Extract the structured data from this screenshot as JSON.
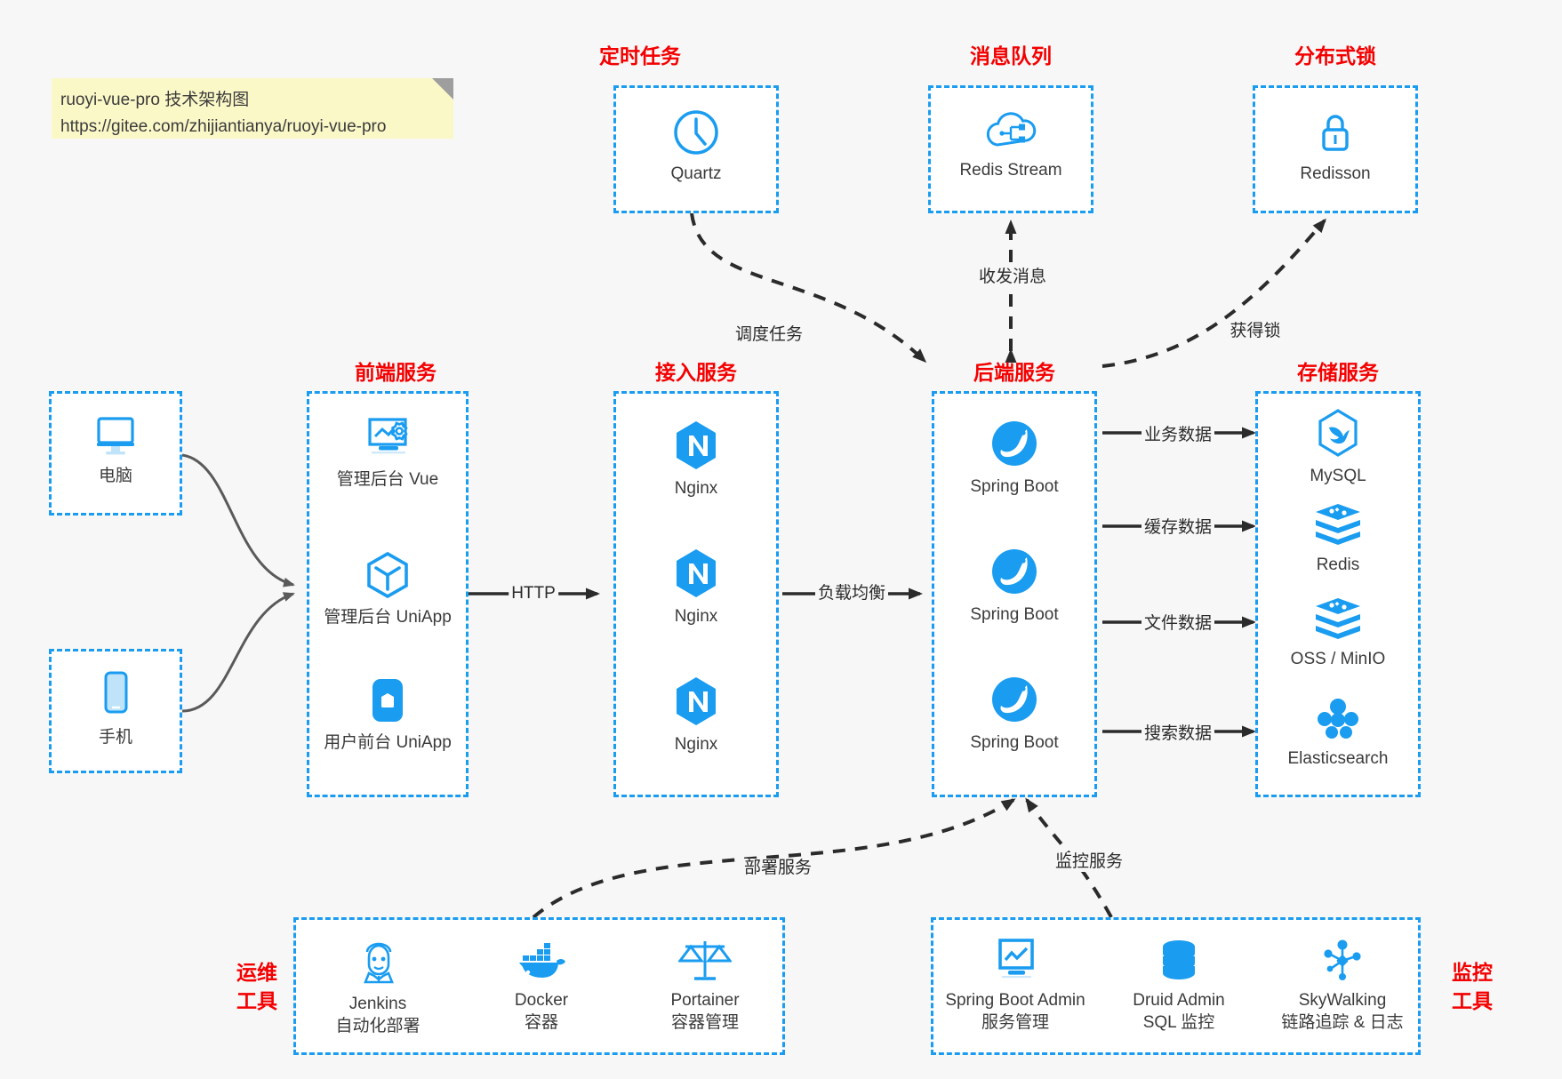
{
  "note": {
    "line1": "ruoyi-vue-pro 技术架构图",
    "line2": "https://gitee.com/zhijiantianya/ruoyi-vue-pro"
  },
  "groups": {
    "scheduler": {
      "title": "定时任务",
      "nodes": [
        {
          "label": "Quartz",
          "icon": "clock-icon"
        }
      ]
    },
    "mq": {
      "title": "消息队列",
      "nodes": [
        {
          "label": "Redis Stream",
          "icon": "cloud-stream-icon"
        }
      ]
    },
    "lock": {
      "title": "分布式锁",
      "nodes": [
        {
          "label": "Redisson",
          "icon": "lock-icon"
        }
      ]
    },
    "clients": {
      "nodes": [
        {
          "label": "电脑",
          "icon": "desktop-icon"
        },
        {
          "label": "手机",
          "icon": "mobile-icon"
        }
      ]
    },
    "frontend": {
      "title": "前端服务",
      "nodes": [
        {
          "label": "管理后台 Vue",
          "icon": "dashboard-gear-icon"
        },
        {
          "label": "管理后台 UniApp",
          "icon": "cube-icon"
        },
        {
          "label": "用户前台 UniApp",
          "icon": "app-phone-icon"
        }
      ]
    },
    "gateway": {
      "title": "接入服务",
      "nodes": [
        {
          "label": "Nginx",
          "icon": "nginx-icon"
        },
        {
          "label": "Nginx",
          "icon": "nginx-icon"
        },
        {
          "label": "Nginx",
          "icon": "nginx-icon"
        }
      ]
    },
    "backend": {
      "title": "后端服务",
      "nodes": [
        {
          "label": "Spring Boot",
          "icon": "spring-leaf-icon"
        },
        {
          "label": "Spring Boot",
          "icon": "spring-leaf-icon"
        },
        {
          "label": "Spring Boot",
          "icon": "spring-leaf-icon"
        }
      ]
    },
    "storage": {
      "title": "存储服务",
      "nodes": [
        {
          "label": "MySQL",
          "icon": "mysql-dolphin-icon"
        },
        {
          "label": "Redis",
          "icon": "redis-stack-icon"
        },
        {
          "label": "OSS / MinIO",
          "icon": "object-storage-icon"
        },
        {
          "label": "Elasticsearch",
          "icon": "elasticsearch-icon"
        }
      ]
    },
    "ops": {
      "title": "运维\n工具",
      "title_lines": [
        "运维",
        "工具"
      ],
      "nodes": [
        {
          "label": "Jenkins",
          "sub": "自动化部署",
          "icon": "jenkins-icon"
        },
        {
          "label": "Docker",
          "sub": "容器",
          "icon": "docker-whale-icon"
        },
        {
          "label": "Portainer",
          "sub": "容器管理",
          "icon": "scales-icon"
        }
      ]
    },
    "monitor": {
      "title_lines": [
        "监控",
        "工具"
      ],
      "nodes": [
        {
          "label": "Spring Boot Admin",
          "sub": "服务管理",
          "icon": "monitor-chart-icon"
        },
        {
          "label": "Druid Admin",
          "sub": "SQL 监控",
          "icon": "database-icon"
        },
        {
          "label": "SkyWalking",
          "sub": "链路追踪 & 日志",
          "icon": "skywalking-icon"
        }
      ]
    }
  },
  "edges": {
    "schedule_task": "调度任务",
    "send_receive_msg": "收发消息",
    "acquire_lock": "获得锁",
    "http": "HTTP",
    "load_balance": "负载均衡",
    "business_data": "业务数据",
    "cache_data": "缓存数据",
    "file_data": "文件数据",
    "search_data": "搜索数据",
    "deploy_service": "部署服务",
    "monitor_service": "监控服务"
  },
  "colors": {
    "accent": "#1a9cf0",
    "title": "#f40000",
    "text": "#3b3b3b",
    "background": "#f7f7f7",
    "edge": "#2b2b2b",
    "note": "#fbf8c8"
  }
}
